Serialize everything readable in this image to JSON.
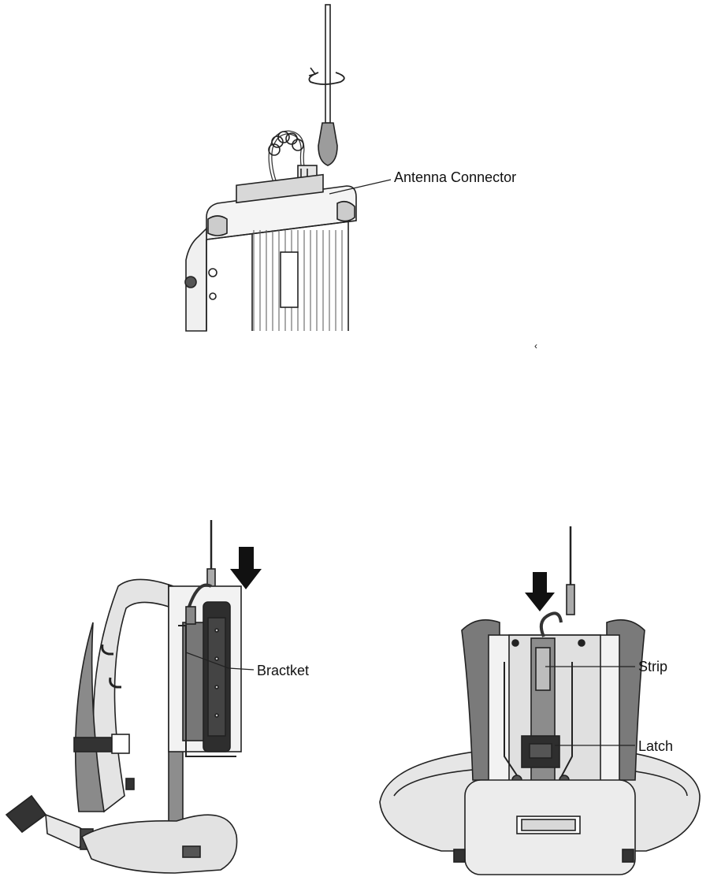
{
  "figure_top": {
    "callout": "Antenna Connector",
    "stray_mark": "‹"
  },
  "figure_side": {
    "callout": "Bractket"
  },
  "figure_back": {
    "callout_strip": "Strip",
    "callout_latch": "Latch"
  }
}
